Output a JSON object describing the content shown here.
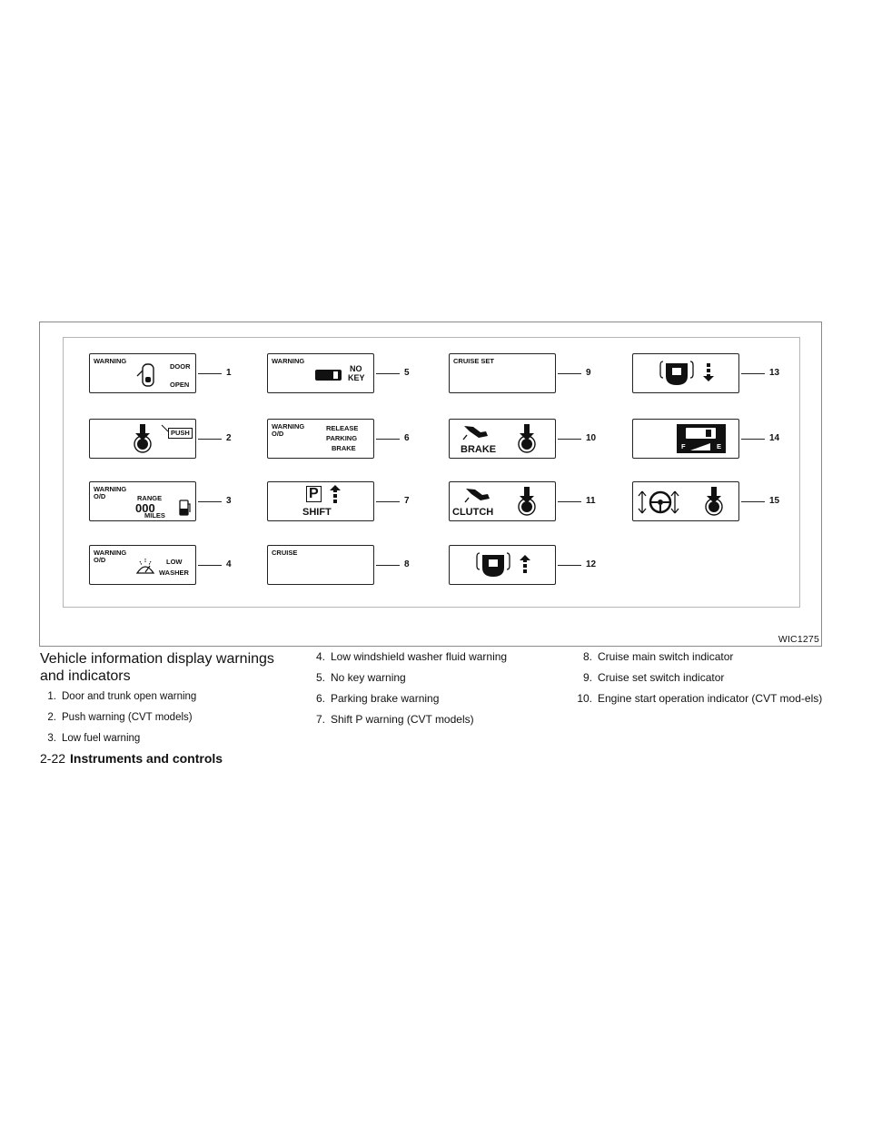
{
  "figure": {
    "code": "WIC1275",
    "panels": {
      "p1": {
        "callout": "1",
        "warning": "WARNING",
        "line1": "DOOR",
        "line2": "OPEN"
      },
      "p2": {
        "callout": "2",
        "push": "PUSH"
      },
      "p3": {
        "callout": "3",
        "warning": "WARNING",
        "od": "O/D",
        "range": "RANGE",
        "value": "000",
        "miles": "MILES"
      },
      "p4": {
        "callout": "4",
        "warning": "WARNING",
        "od": "O/D",
        "line1": "LOW",
        "line2": "WASHER"
      },
      "p5": {
        "callout": "5",
        "warning": "WARNING",
        "line1": "NO",
        "line2": "KEY"
      },
      "p6": {
        "callout": "6",
        "warning": "WARNING",
        "od": "O/D",
        "line1": "RELEASE",
        "line2": "PARKING",
        "line3": "BRAKE"
      },
      "p7": {
        "callout": "7",
        "p": "P",
        "shift": "SHIFT"
      },
      "p8": {
        "callout": "8",
        "label": "CRUISE"
      },
      "p9": {
        "callout": "9",
        "label": "CRUISE SET"
      },
      "p10": {
        "callout": "10",
        "label": "BRAKE"
      },
      "p11": {
        "callout": "11",
        "label": "CLUTCH"
      },
      "p12": {
        "callout": "12"
      },
      "p13": {
        "callout": "13"
      },
      "p14": {
        "callout": "14",
        "f": "F",
        "e": "E"
      },
      "p15": {
        "callout": "15"
      }
    }
  },
  "section": {
    "heading_line1": "Vehicle information display warnings",
    "heading_line2": "and indicators"
  },
  "col1": [
    {
      "num": "1.",
      "text": "Door and trunk open warning"
    },
    {
      "num": "2.",
      "text": "Push warning (CVT models)"
    },
    {
      "num": "3.",
      "text": "Low fuel warning"
    }
  ],
  "col2": [
    {
      "num": "4.",
      "text": "Low windshield washer fluid warning"
    },
    {
      "num": "5.",
      "text": "No key warning"
    },
    {
      "num": "6.",
      "text": "Parking brake warning"
    },
    {
      "num": "7.",
      "text": "Shift P warning (CVT models)"
    }
  ],
  "col3": [
    {
      "num": "8.",
      "text": "Cruise main switch indicator"
    },
    {
      "num": "9.",
      "text": "Cruise set switch indicator"
    },
    {
      "num": "10.",
      "text": "Engine start operation indicator (CVT mod-els)"
    }
  ],
  "footer": {
    "page": "2-22",
    "section": "Instruments and controls"
  }
}
